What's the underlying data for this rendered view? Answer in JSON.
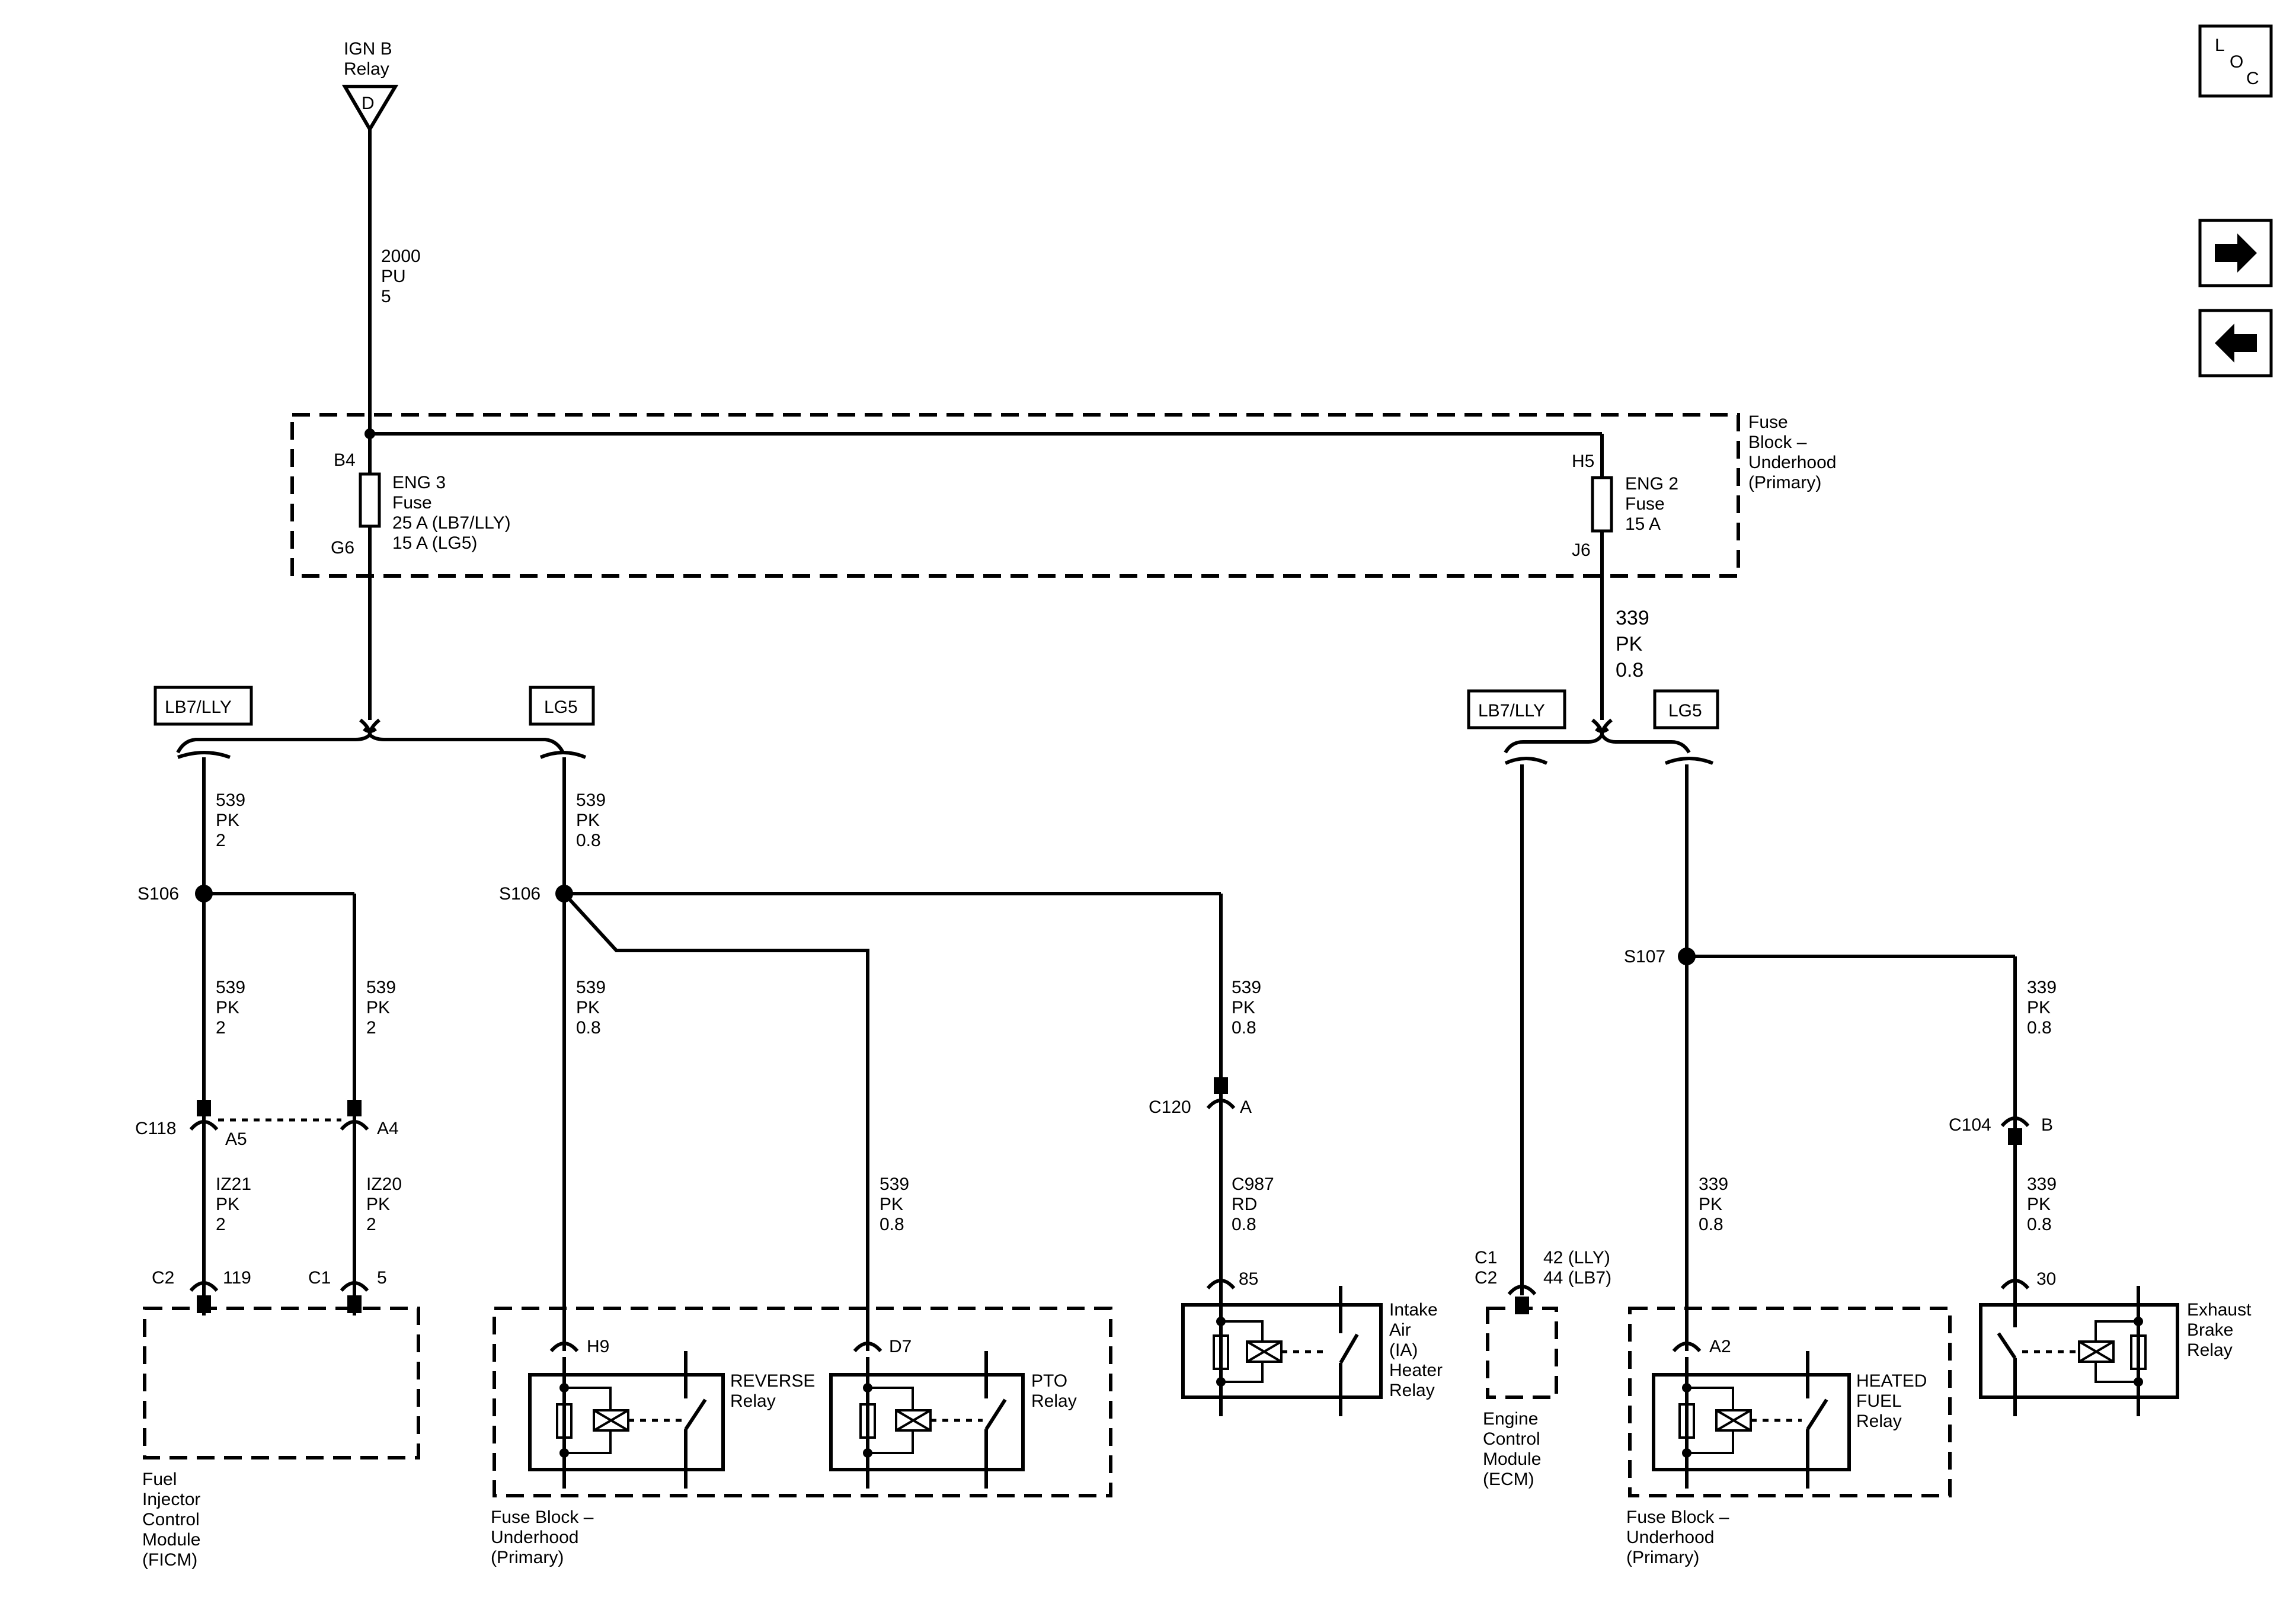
{
  "source": {
    "line1": "IGN B",
    "line2": "Relay",
    "pin": "D"
  },
  "top_wire": {
    "circuit": "2000",
    "color": "PU",
    "gauge": "5"
  },
  "fuse_block_primary": {
    "line1": "Fuse",
    "line2": "Block –",
    "line3": "Underhood",
    "line4": "(Primary)"
  },
  "fuse_eng3": {
    "pin_in": "B4",
    "pin_out": "G6",
    "line1": "ENG 3",
    "line2": "Fuse",
    "line3": "25 A (LB7/LLY)",
    "line4": "15 A (LG5)"
  },
  "fuse_eng2": {
    "pin_in": "H5",
    "pin_out": "J6",
    "line1": "ENG 2",
    "line2": "Fuse",
    "line3": "15 A"
  },
  "wire_339_top": {
    "circuit": "339",
    "color": "PK",
    "gauge": "0.8"
  },
  "options": {
    "lb7_lly": "LB7/LLY",
    "lg5": "LG5"
  },
  "left_branch": {
    "wire_a": {
      "circuit": "539",
      "color": "PK",
      "gauge": "2"
    },
    "splice": "S106",
    "wire_b": {
      "circuit": "539",
      "color": "PK",
      "gauge": "2"
    },
    "wire_c": {
      "circuit": "539",
      "color": "PK",
      "gauge": "2"
    },
    "connector": "C118",
    "pin_a5": "A5",
    "pin_a4": "A4",
    "wire_iz21": {
      "circuit": "IZ21",
      "color": "PK",
      "gauge": "2"
    },
    "wire_iz20": {
      "circuit": "IZ20",
      "color": "PK",
      "gauge": "2"
    },
    "c2": "C2",
    "c2_pin": "119",
    "c1": "C1",
    "c1_pin": "5",
    "module": {
      "line1": "Fuel",
      "line2": "Injector",
      "line3": "Control",
      "line4": "Module",
      "line5": "(FICM)"
    }
  },
  "center_branch": {
    "wire_a": {
      "circuit": "539",
      "color": "PK",
      "gauge": "0.8"
    },
    "splice": "S106",
    "wire_b": {
      "circuit": "539",
      "color": "PK",
      "gauge": "0.8"
    },
    "wire_c": {
      "circuit": "539",
      "color": "PK",
      "gauge": "0.8"
    },
    "wire_d": {
      "circuit": "539",
      "color": "PK",
      "gauge": "0.8"
    },
    "c120": "C120",
    "c120_pin": "A",
    "wire_c987": {
      "circuit": "C987",
      "color": "RD",
      "gauge": "0.8"
    },
    "pin_h9": "H9",
    "pin_d7": "D7",
    "pin_85": "85",
    "reverse_relay": {
      "line1": "REVERSE",
      "line2": "Relay"
    },
    "pto_relay": {
      "line1": "PTO",
      "line2": "Relay"
    },
    "ia_relay": {
      "line1": "Intake",
      "line2": "Air",
      "line3": "(IA)",
      "line4": "Heater",
      "line5": "Relay"
    },
    "fuse_block": {
      "line1": "Fuse Block –",
      "line2": "Underhood",
      "line3": "(Primary)"
    }
  },
  "right_branch": {
    "ecm_c1": "C1",
    "ecm_c2": "C2",
    "ecm_pin_lly": "42 (LLY)",
    "ecm_pin_lb7": "44 (LB7)",
    "ecm": {
      "line1": "Engine",
      "line2": "Control",
      "line3": "Module",
      "line4": "(ECM)"
    },
    "splice": "S107",
    "wire_a": {
      "circuit": "339",
      "color": "PK",
      "gauge": "0.8"
    },
    "wire_b": {
      "circuit": "339",
      "color": "PK",
      "gauge": "0.8"
    },
    "wire_c": {
      "circuit": "339",
      "color": "PK",
      "gauge": "0.8"
    },
    "c104": "C104",
    "c104_pin": "B",
    "pin_a2": "A2",
    "pin_30": "30",
    "heated_fuel_relay": {
      "line1": "HEATED",
      "line2": "FUEL",
      "line3": "Relay"
    },
    "exhaust_brake_relay": {
      "line1": "Exhaust",
      "line2": "Brake",
      "line3": "Relay"
    },
    "fuse_block": {
      "line1": "Fuse Block –",
      "line2": "Underhood",
      "line3": "(Primary)"
    }
  },
  "nav": {
    "loc_l": "L",
    "loc_o": "O",
    "loc_c": "C",
    "next_icon": "arrow-right-icon",
    "prev_icon": "arrow-left-icon"
  }
}
